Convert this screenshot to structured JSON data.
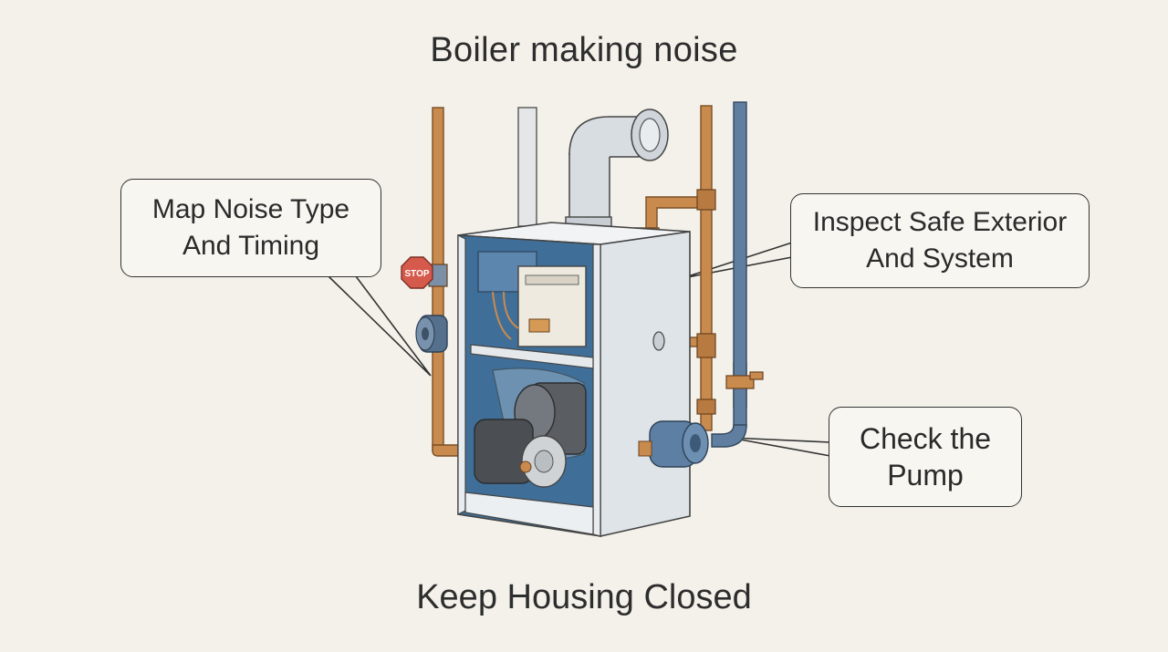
{
  "title": "Boiler making noise",
  "footer": "Keep Housing Closed",
  "callouts": {
    "left": {
      "line1": "Map Noise Type",
      "line2": "And Timing"
    },
    "right_top": {
      "line1": "Inspect Safe Exterior",
      "line2": "And System"
    },
    "right_bottom": {
      "line1": "Check the",
      "line2": "Pump"
    }
  },
  "stop_sign": "STOP",
  "colors": {
    "background": "#f3f1ea",
    "copper": "#c98a4e",
    "blue_pipe": "#5f7ea0",
    "housing": "#e3e7ea",
    "outline": "#333333"
  }
}
